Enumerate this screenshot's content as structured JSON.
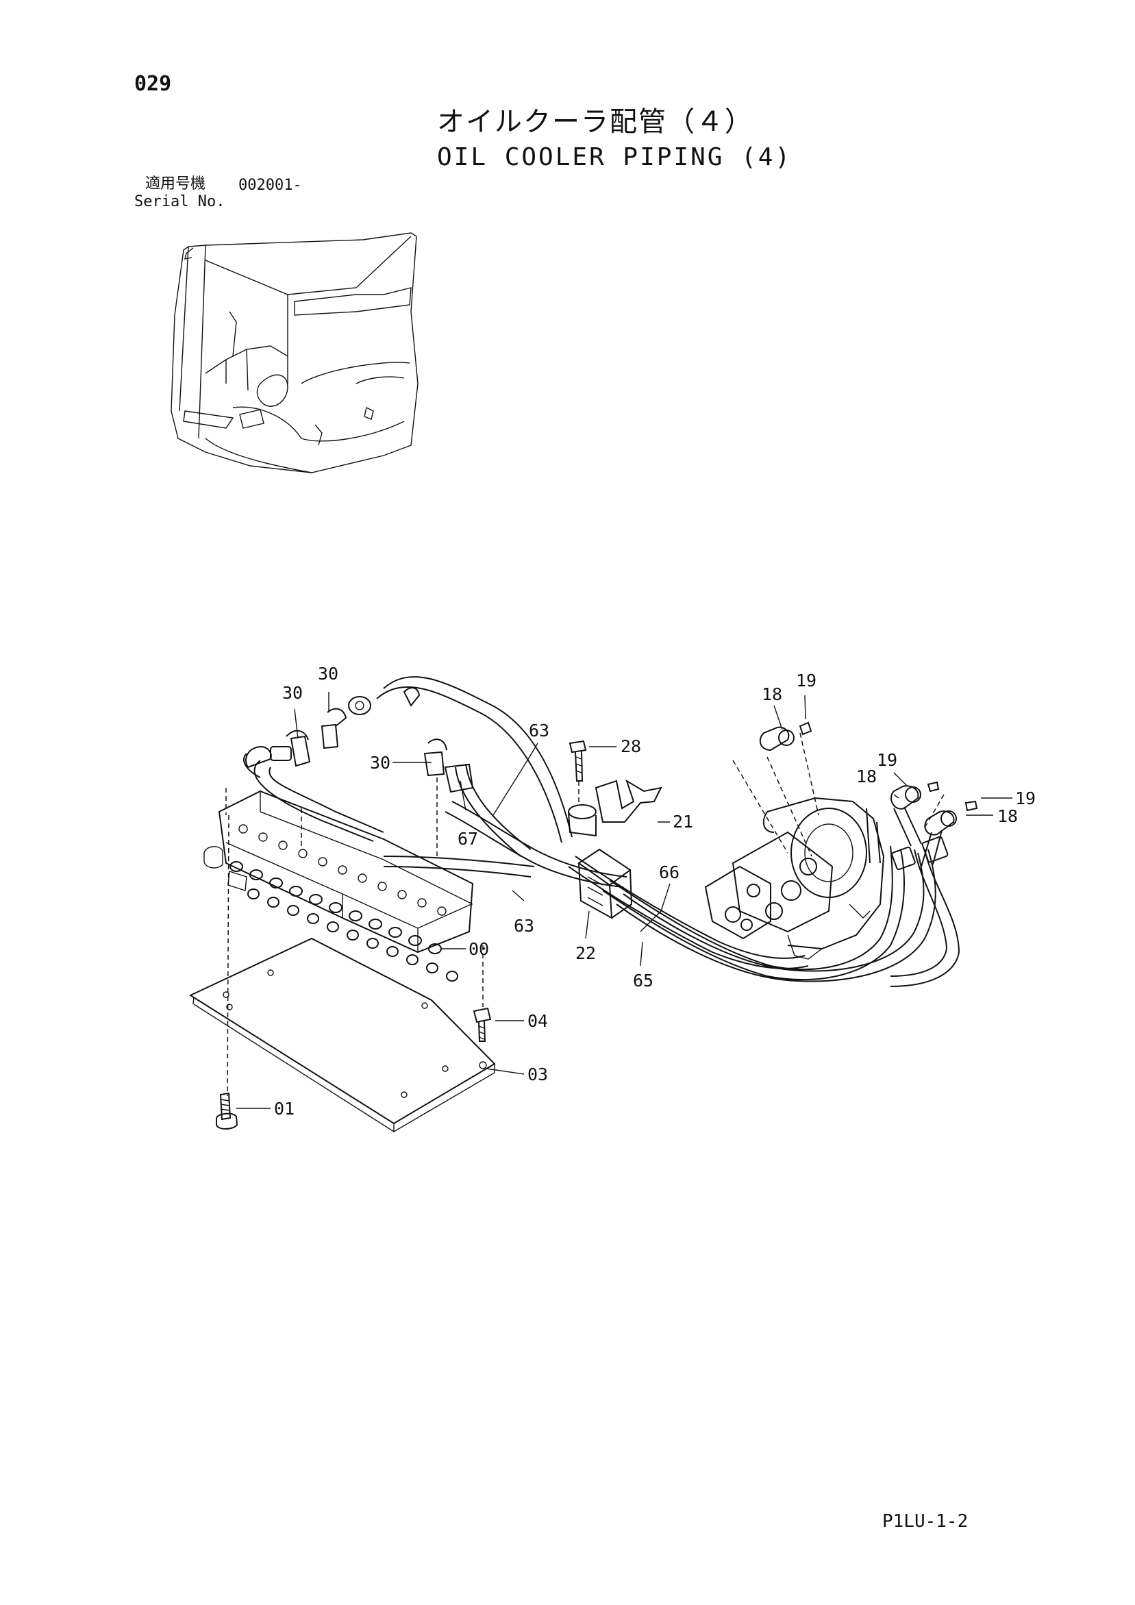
{
  "header": {
    "page_number": "029",
    "title_jp": "オイルクーラ配管（４）",
    "title_en": "OIL COOLER PIPING (4)",
    "serial_label_jp": "適用号機",
    "serial_value": "002001-",
    "serial_label_en": "Serial No."
  },
  "callouts": [
    "30",
    "30",
    "30",
    "63",
    "67",
    "28",
    "21",
    "18",
    "19",
    "19",
    "18",
    "19",
    "18",
    "66",
    "63",
    "22",
    "65",
    "00",
    "04",
    "03",
    "01"
  ],
  "footer": {
    "code": "P1LU-1-2"
  }
}
